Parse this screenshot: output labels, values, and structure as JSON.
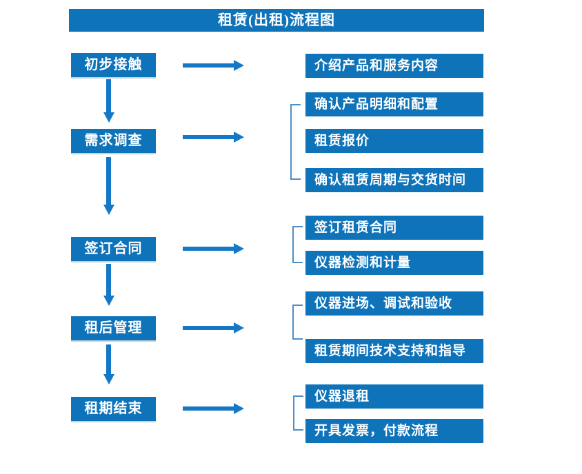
{
  "title": "租赁(出租)流程图",
  "colors": {
    "box_blue": "#0f73ba",
    "arrow_blue": "#1478c6",
    "bracket_blue": "#4d8fca",
    "text_white": "#ffffff",
    "background": "#ffffff"
  },
  "flow": {
    "steps": [
      {
        "label": "初步接触",
        "details": [
          "介绍产品和服务内容"
        ]
      },
      {
        "label": "需求调查",
        "details": [
          "确认产品明细和配置",
          "租赁报价",
          "确认租赁周期与交货时间"
        ]
      },
      {
        "label": "签订合同",
        "details": [
          "签订租赁合同",
          "仪器检测和计量"
        ]
      },
      {
        "label": "租后管理",
        "details": [
          "仪器进场、调试和验收",
          "租赁期间技术支持和指导"
        ]
      },
      {
        "label": "租期结束",
        "details": [
          "仪器退租",
          "开具发票，付款流程"
        ]
      }
    ]
  }
}
